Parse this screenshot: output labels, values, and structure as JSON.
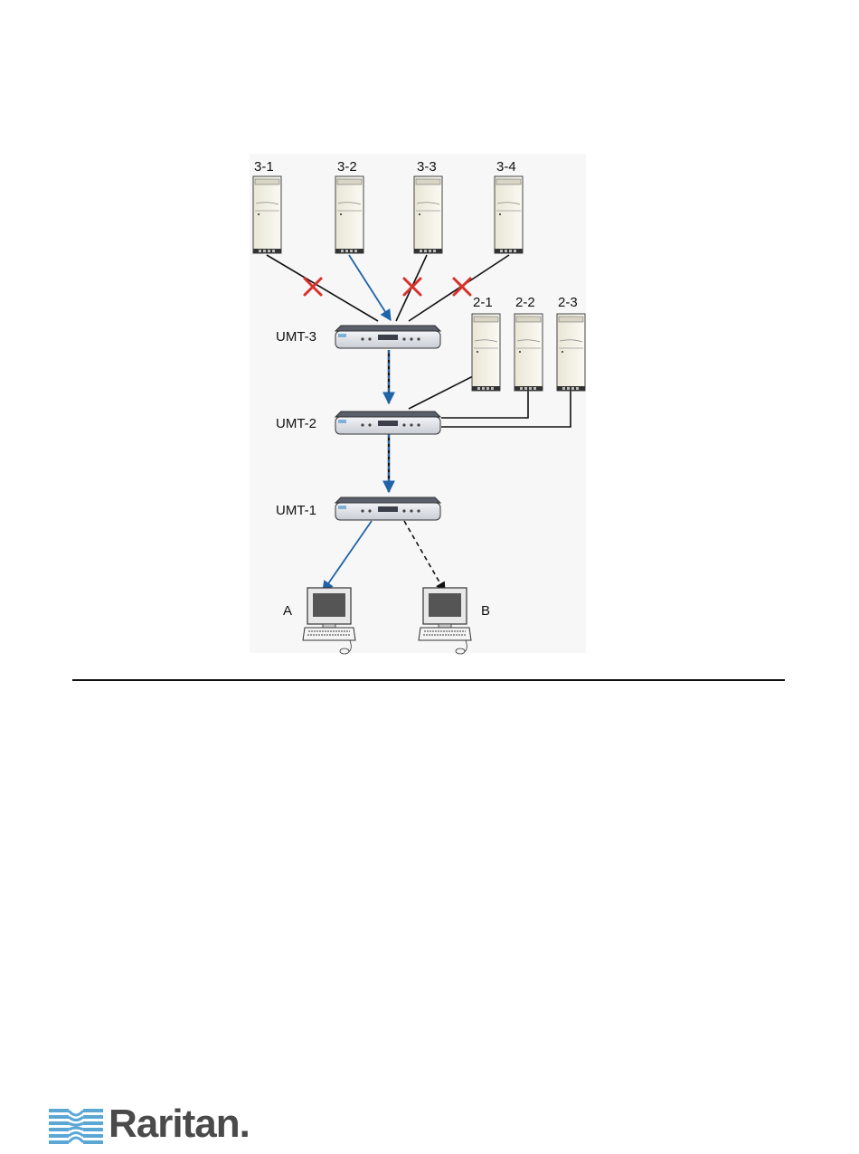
{
  "diagram": {
    "servers_tier3": [
      "3-1",
      "3-2",
      "3-3",
      "3-4"
    ],
    "servers_tier2": [
      "2-1",
      "2-2",
      "2-3"
    ],
    "switches": [
      "UMT-3",
      "UMT-2",
      "UMT-1"
    ],
    "users": [
      "A",
      "B"
    ]
  },
  "footer": {
    "brand": "Raritan."
  },
  "colors": {
    "active_path": "#1f63a8",
    "blocked_mark": "#d9302a",
    "cable": "#111111"
  }
}
